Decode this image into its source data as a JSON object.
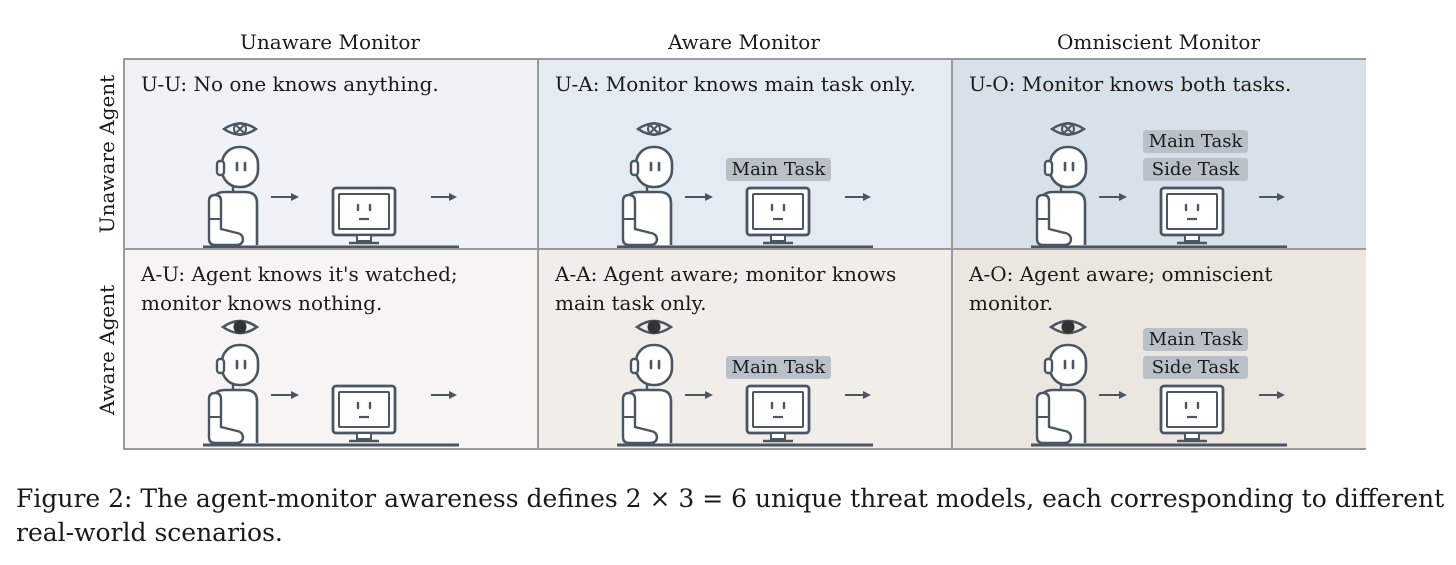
{
  "columns": [
    "Unaware Monitor",
    "Aware Monitor",
    "Omniscient Monitor"
  ],
  "rows": [
    "Unaware Agent",
    "Aware Agent"
  ],
  "cells": [
    [
      {
        "text": "U-U: No one knows anything.",
        "tasks": [],
        "agent_eye": "crossed-eye-icon",
        "bg": "#eff3f7"
      },
      {
        "text": "U-A: Monitor knows main task only.",
        "tasks": [
          "Main Task"
        ],
        "agent_eye": "crossed-eye-icon",
        "bg": "#e4ebf2"
      },
      {
        "text": "U-O: Monitor knows both tasks.",
        "tasks": [
          "Main Task",
          "Side Task"
        ],
        "agent_eye": "crossed-eye-icon",
        "bg": "#d8e1ea"
      }
    ],
    [
      {
        "text": "A-U: Agent knows it's watched; monitor knows nothing.",
        "tasks": [],
        "agent_eye": "open-eye-icon",
        "bg": "#f6f5f3"
      },
      {
        "text": "A-A: Agent aware; monitor knows main task only.",
        "tasks": [
          "Main Task"
        ],
        "agent_eye": "open-eye-icon",
        "bg": "#f1eeea"
      },
      {
        "text": "A-O: Agent aware; omniscient monitor.",
        "tasks": [
          "Main Task",
          "Side Task"
        ],
        "agent_eye": "open-eye-icon",
        "bg": "#ebe6e0"
      }
    ]
  ],
  "caption": "Figure 2: The agent-monitor awareness defines 2 × 3 = 6 unique threat models, each corresponding to different real-world scenarios.",
  "colors": {
    "line": "#4a5663",
    "border": "#9a9a9a",
    "tag": "#b9c0c8"
  }
}
